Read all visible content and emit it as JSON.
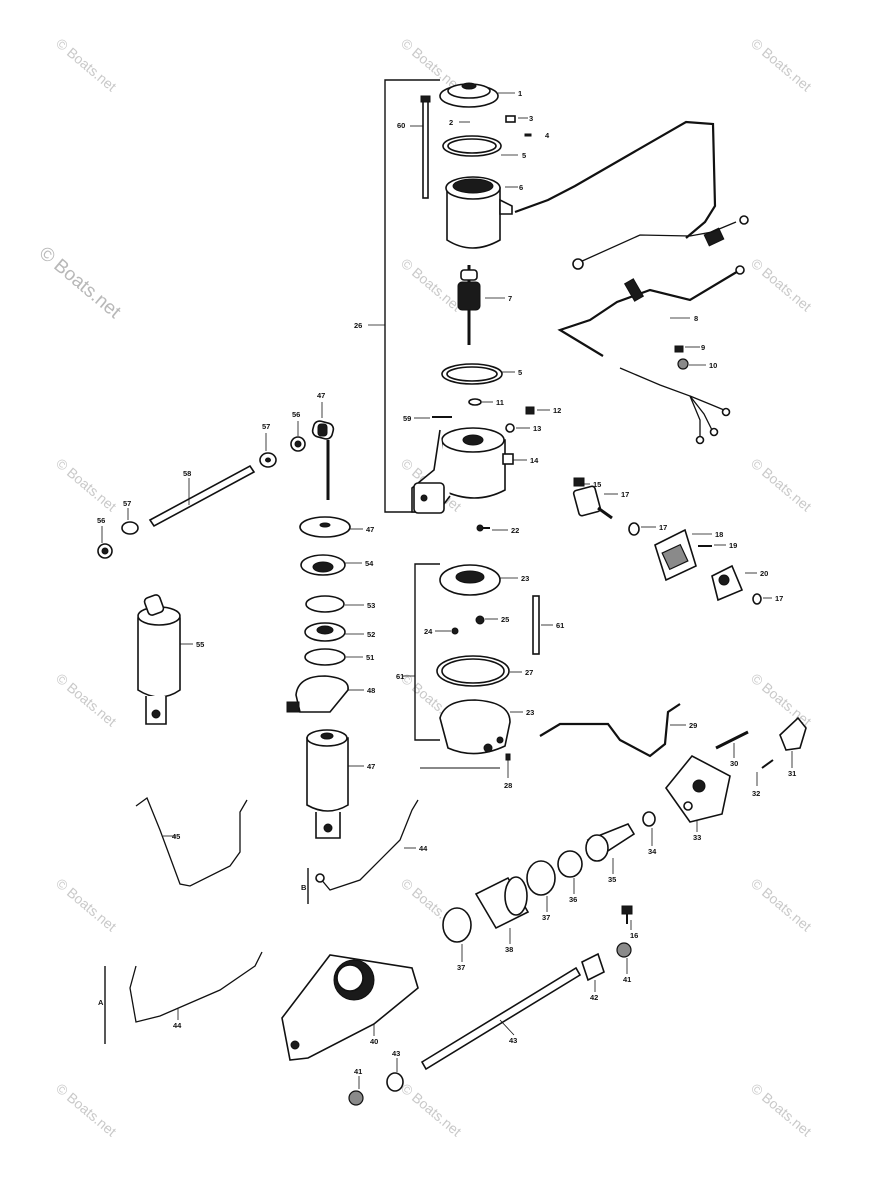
{
  "watermark": {
    "text": "© Boats.net",
    "corner_text": "© Boats.net"
  },
  "labels": {
    "l1": "1",
    "l2": "2",
    "l3": "3",
    "l4": "4",
    "l5a": "5",
    "l6": "6",
    "l60": "60",
    "l7": "7",
    "l8": "8",
    "l9": "9",
    "l10": "10",
    "l5b": "5",
    "l11": "11",
    "l12": "12",
    "l13": "13",
    "l59": "59",
    "l14": "14",
    "l26": "26",
    "l22": "22",
    "l15": "15",
    "l17a": "17",
    "l17b": "17",
    "l18": "18",
    "l19": "19",
    "l20": "20",
    "l17c": "17",
    "l47a": "47",
    "l56a": "56",
    "l57a": "57",
    "l58": "58",
    "l57b": "57",
    "l56b": "56",
    "l47b": "47",
    "l54": "54",
    "l53": "53",
    "l52": "52",
    "l51": "51",
    "l48": "48",
    "l47c": "47",
    "l55": "55",
    "l23a": "23",
    "l25": "25",
    "l24": "24",
    "l61a": "61",
    "l61b": "61",
    "l27": "27",
    "l23b": "23",
    "l28": "28",
    "l29": "29",
    "l30": "30",
    "l31": "31",
    "l32": "32",
    "l33": "33",
    "l34": "34",
    "l35": "35",
    "l36": "36",
    "l37a": "37",
    "l37b": "37",
    "l38": "38",
    "l16": "16",
    "l41a": "41",
    "l42": "42",
    "l43a": "43",
    "l40": "40",
    "l41b": "41",
    "l43b": "43",
    "l45": "45",
    "l44a": "44",
    "lB": "B",
    "l44b": "44",
    "lA": "A"
  }
}
